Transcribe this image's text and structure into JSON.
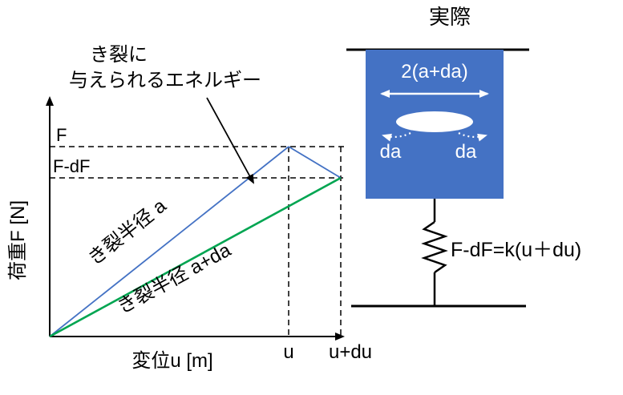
{
  "graph": {
    "y_axis_label": "荷重F [N]",
    "x_axis_label": "変位u [m]",
    "f_label": "F",
    "f_minus_df_label": "F-dF",
    "u_tick_label": "u",
    "u_plus_du_tick_label": "u+du",
    "crack_radius_a_label": "き裂半径 a",
    "crack_radius_a_da_label": "き裂半径 a+da",
    "annotation": {
      "line1": "き裂に",
      "line2": "与えられるエネルギー"
    },
    "colors": {
      "crack_a_line": "#4472c4",
      "crack_a_da_line": "#00a551",
      "axis": "#000000"
    }
  },
  "specimen": {
    "title": "実際",
    "crack_length_label": "2(a+da)",
    "da_left": "da",
    "da_right": "da",
    "spring_equation": "F-dF=k(u＋du)",
    "body_color": "#4472c4"
  }
}
